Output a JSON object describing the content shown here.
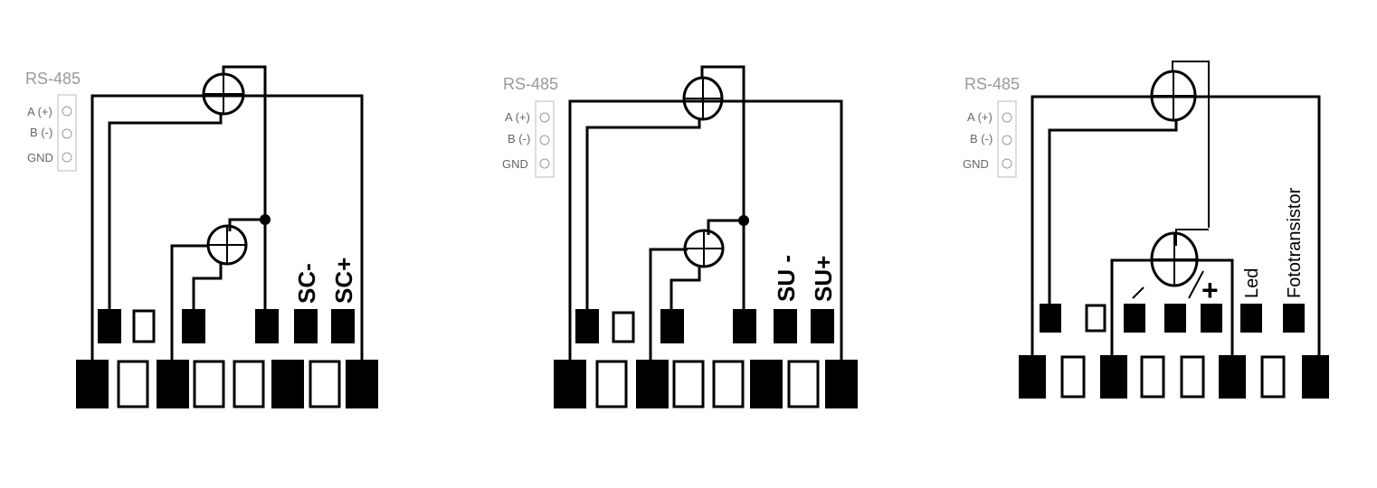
{
  "diagrams": [
    {
      "rs485": {
        "title": "RS-485",
        "pins": [
          "A (+)",
          "B (-)",
          "GND"
        ]
      },
      "labels": [
        "SC-",
        "SC+"
      ]
    },
    {
      "rs485": {
        "title": "RS-485",
        "pins": [
          "A (+)",
          "B (-)",
          "GND"
        ]
      },
      "labels": [
        "SU -",
        "SU+"
      ]
    },
    {
      "rs485": {
        "title": "RS-485",
        "pins": [
          "A (+)",
          "B (-)",
          "GND"
        ]
      },
      "labels": [
        "+",
        "Led",
        "Fototransistor"
      ]
    }
  ]
}
